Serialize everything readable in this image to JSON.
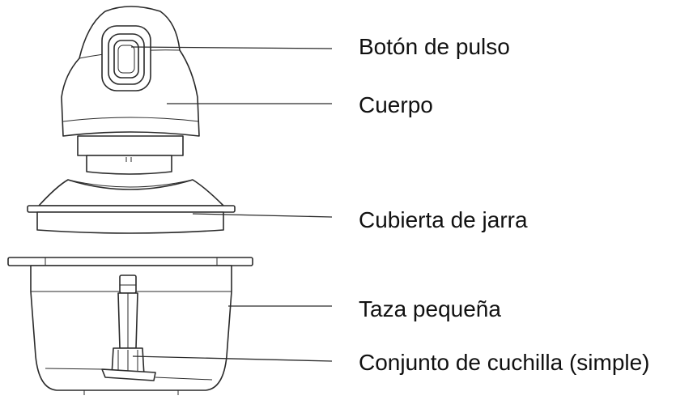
{
  "labels": {
    "pulse_button": "Botón de pulso",
    "body": "Cuerpo",
    "jar_cover": "Cubierta de jarra",
    "small_cup": "Taza pequeña",
    "blade_assembly": "Conjunto de cuchilla (simple)"
  }
}
